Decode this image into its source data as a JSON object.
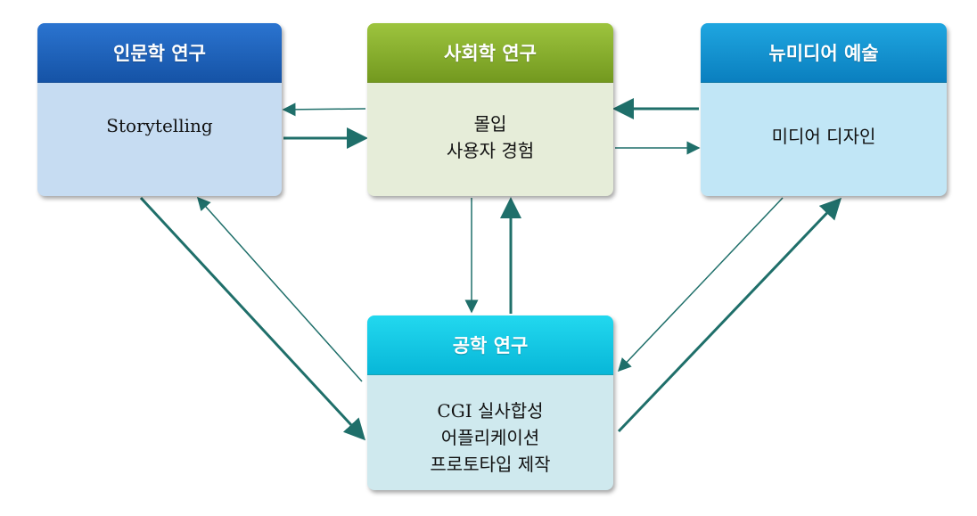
{
  "boxes": {
    "humanities": {
      "title": "인문학 연구",
      "lines": [
        "Storytelling"
      ]
    },
    "social": {
      "title": "사회학 연구",
      "lines": [
        "몰입",
        "사용자 경험"
      ]
    },
    "new_media": {
      "title": "뉴미디어 예술",
      "lines": [
        "미디어 디자인"
      ]
    },
    "engineering": {
      "title": "공학 연구",
      "lines": [
        "CGI 실사합성",
        "어플리케이션",
        "프로토타입 제작"
      ]
    }
  },
  "colors": {
    "arrow": "#1f6f6a",
    "humanities_header": "#1f64bf",
    "social_header": "#8ab22e",
    "new_media_header": "#1594d2",
    "engineering_header": "#12c8e4"
  }
}
